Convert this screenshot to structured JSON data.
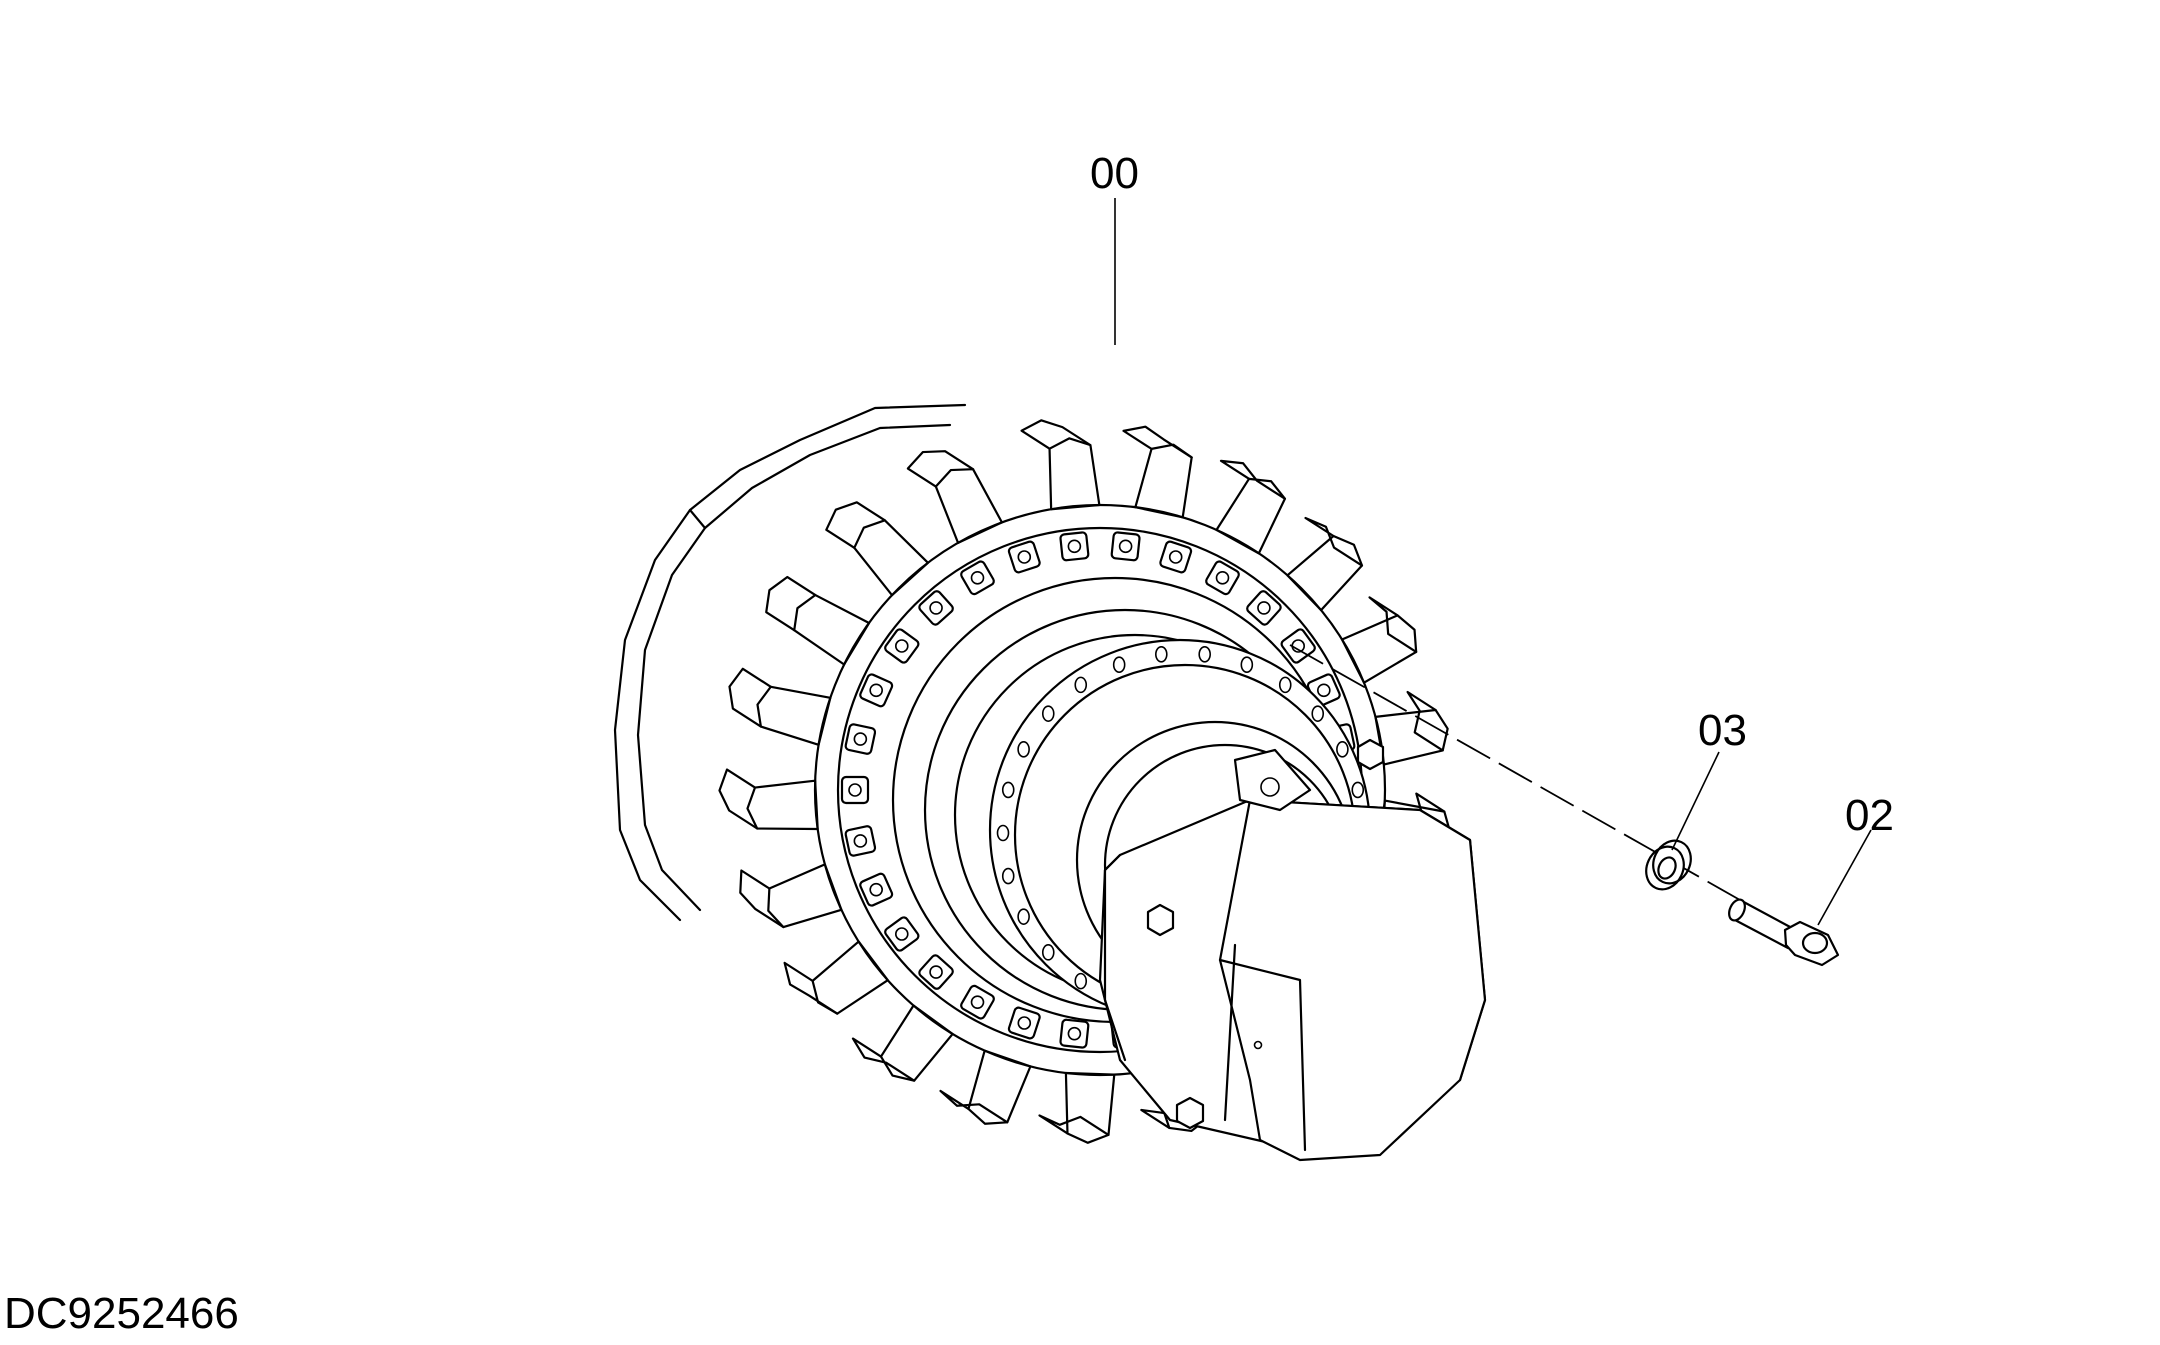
{
  "callouts": [
    {
      "id": "sprocket",
      "label": "00"
    },
    {
      "id": "washer",
      "label": "03"
    },
    {
      "id": "bolt",
      "label": "02"
    }
  ],
  "drawing_id": "DC9252466"
}
